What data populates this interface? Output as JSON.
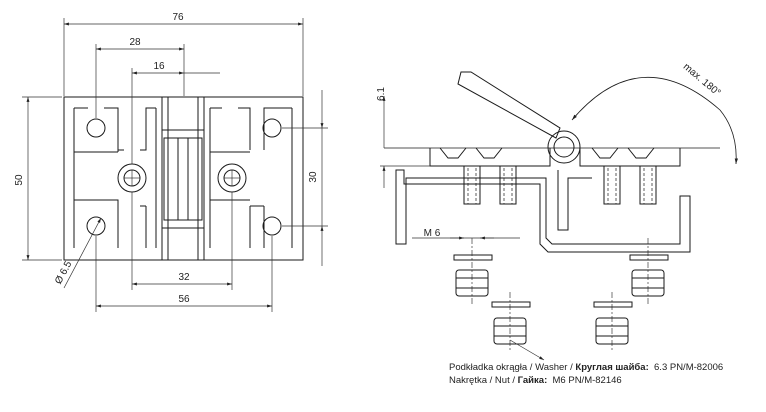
{
  "dimensions": {
    "overall_width": "76",
    "width_28": "28",
    "width_16": "16",
    "height_50": "50",
    "height_30": "30",
    "width_32": "32",
    "width_56": "56",
    "hole_diameter": "Ø 6.5",
    "offset_6_1": "6.1",
    "angle_max": "max. 180°",
    "thread": "M 6"
  },
  "caption": {
    "washer_label_pl": "Podkładka okrągła / Washer /",
    "washer_label_ru": "Круглая шайба:",
    "washer_spec": "6.3 PN/M-82006",
    "nut_label_pl": "Nakrętka / Nut /",
    "nut_label_ru": "Гайка:",
    "nut_spec": "M6 PN/M-82146"
  },
  "colors": {
    "line": "#1a1a1a",
    "dimension": "#333333"
  }
}
